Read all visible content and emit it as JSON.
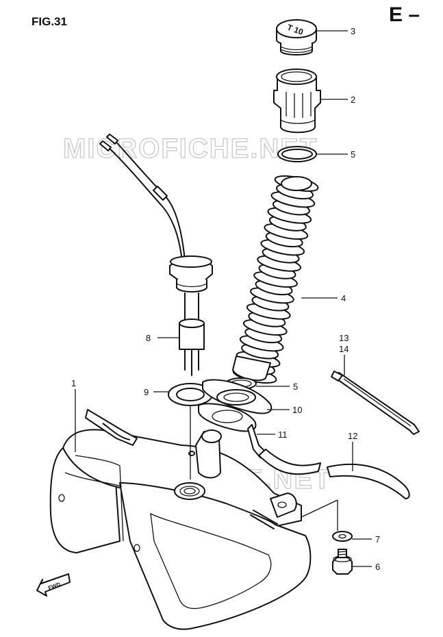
{
  "header": {
    "figure_label": "FIG.31",
    "section_code": "E –"
  },
  "watermark": {
    "text": "MICROFICHE.NET"
  },
  "callouts": [
    {
      "id": "c3",
      "text": "3"
    },
    {
      "id": "c2",
      "text": "2"
    },
    {
      "id": "c5a",
      "text": "5"
    },
    {
      "id": "c4",
      "text": "4"
    },
    {
      "id": "c13",
      "text": "13"
    },
    {
      "id": "c14",
      "text": "14"
    },
    {
      "id": "c8",
      "text": "8"
    },
    {
      "id": "c1",
      "text": "1"
    },
    {
      "id": "c9",
      "text": "9"
    },
    {
      "id": "c5b",
      "text": "5"
    },
    {
      "id": "c10",
      "text": "10"
    },
    {
      "id": "c11",
      "text": "11"
    },
    {
      "id": "c12",
      "text": "12"
    },
    {
      "id": "c7",
      "text": "7"
    },
    {
      "id": "c6",
      "text": "6"
    }
  ],
  "fwd_label": "FWD",
  "cap_marking": "T 10"
}
